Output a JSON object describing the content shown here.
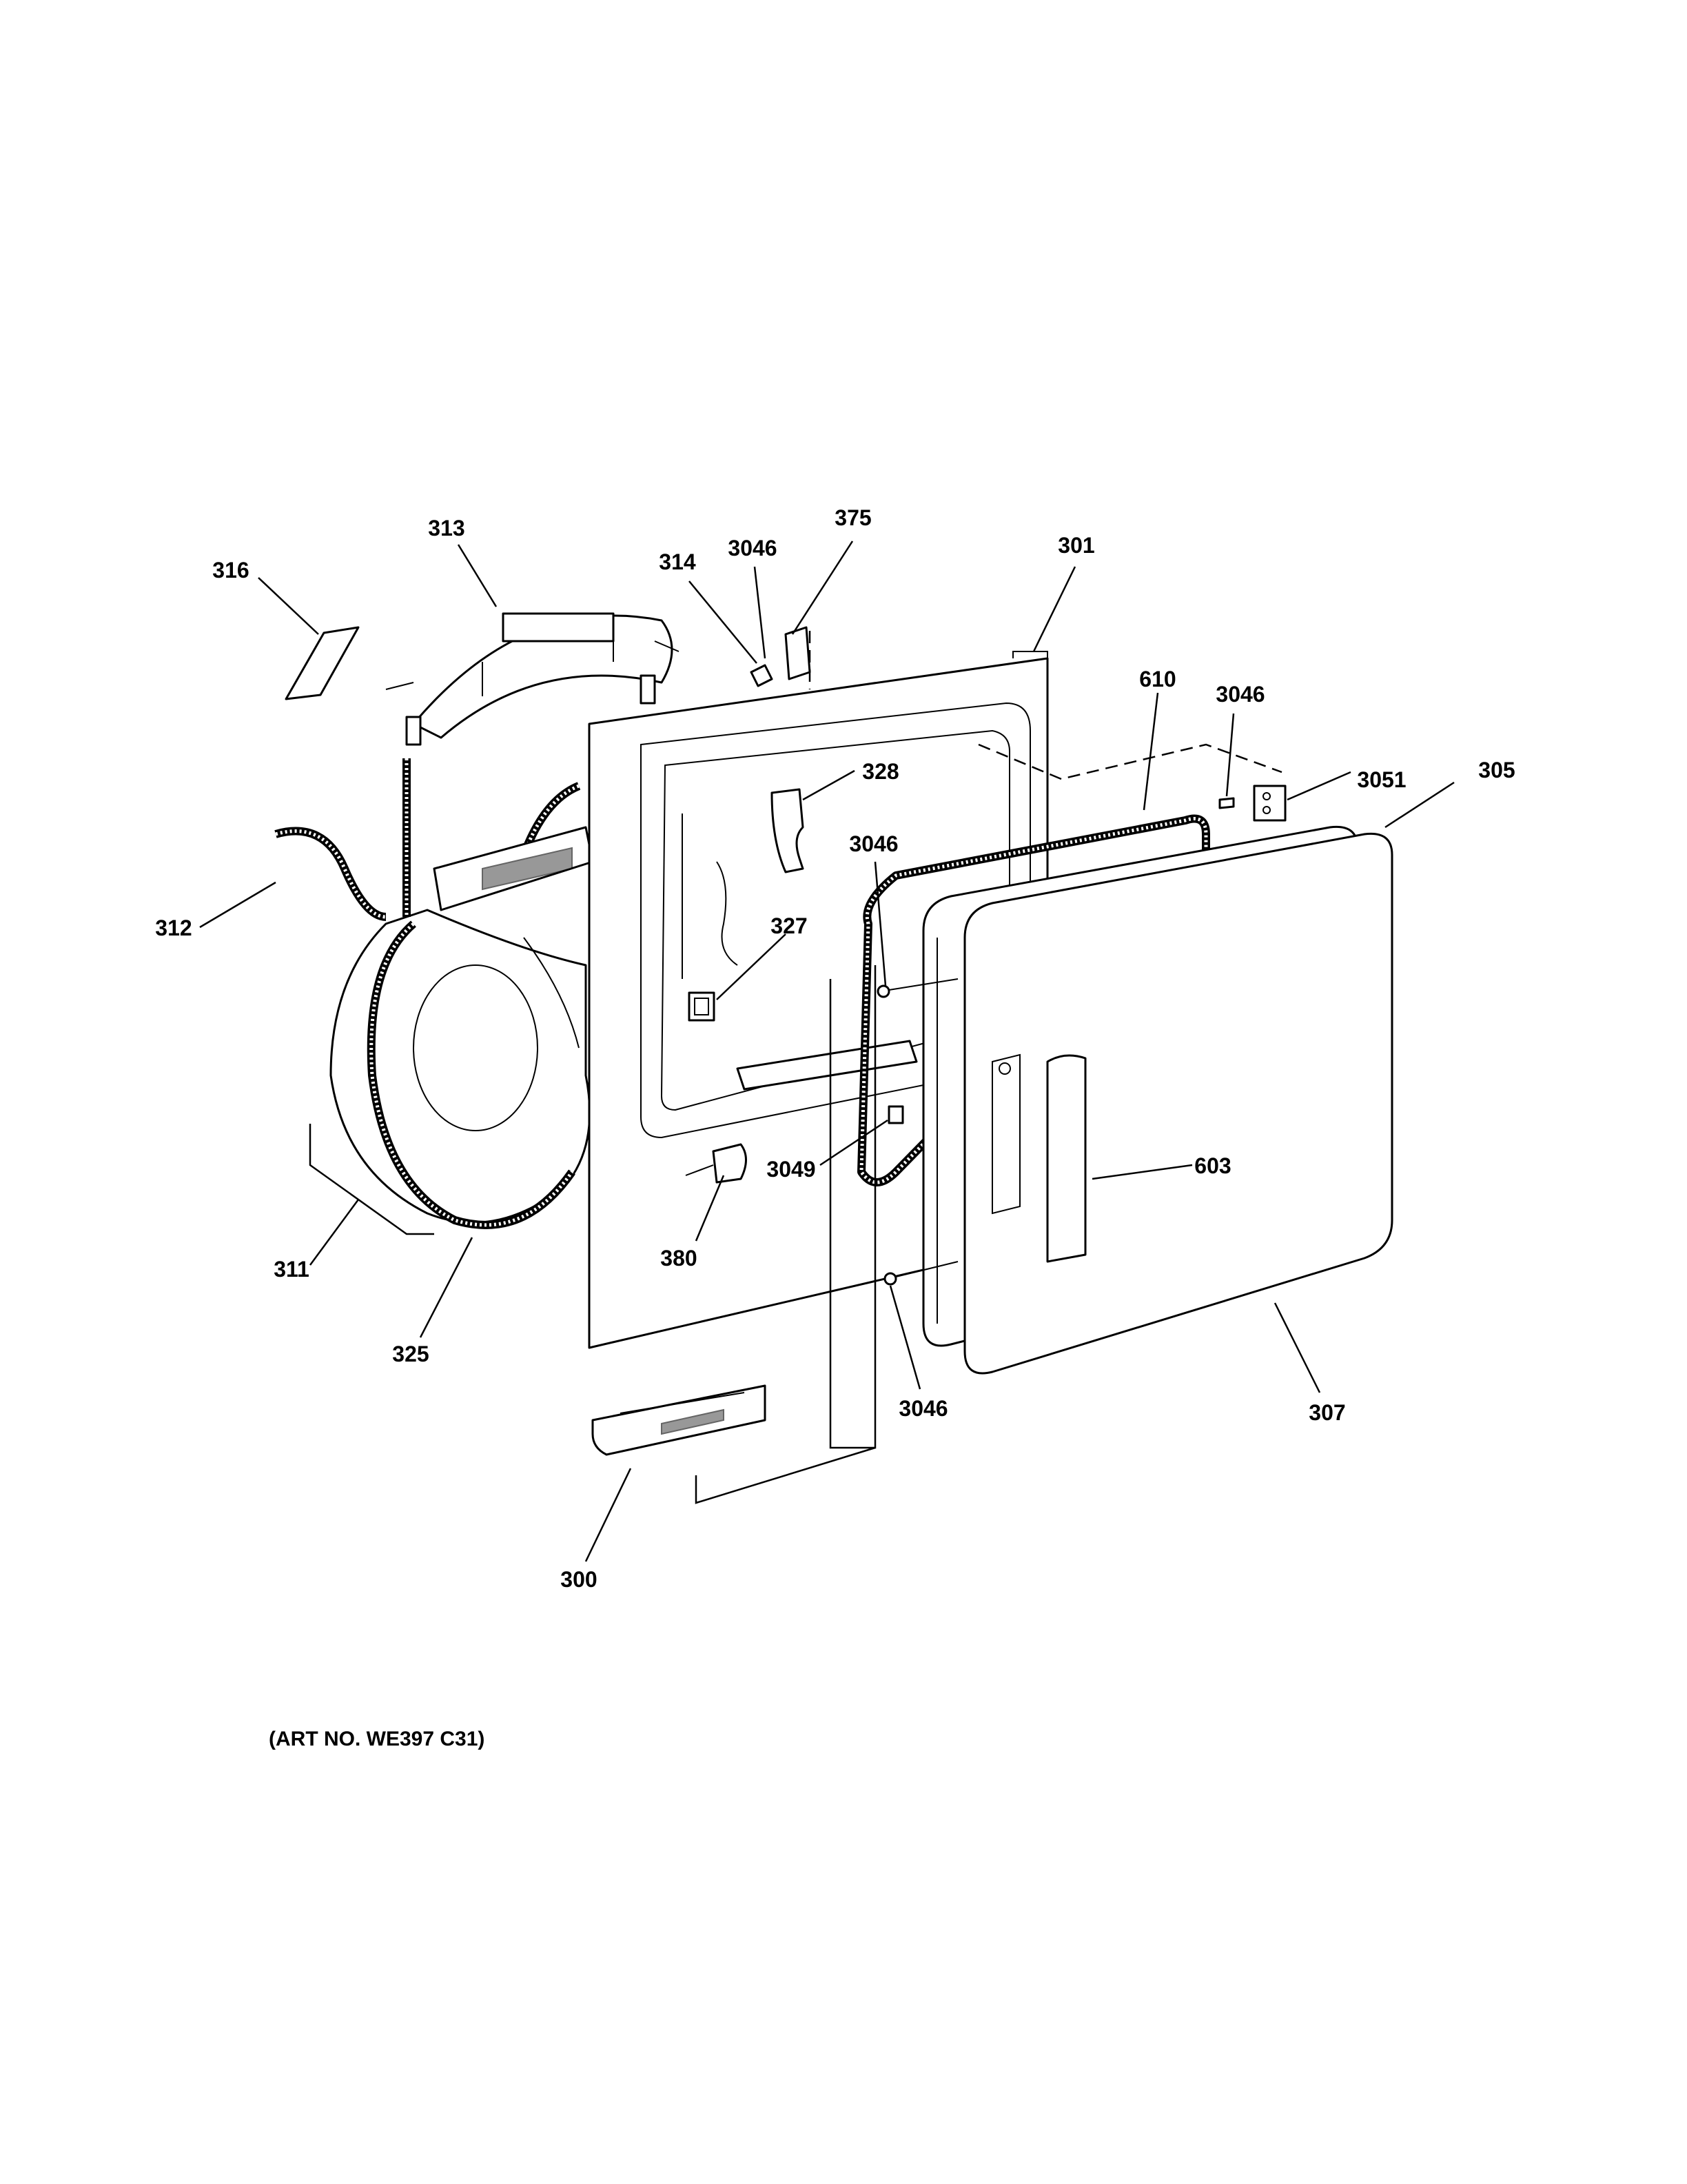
{
  "diagram": {
    "art_number": "(ART NO. WE397 C31)",
    "callouts": {
      "p316": "316",
      "p313": "313",
      "p314": "314",
      "p3046_top": "3046",
      "p375": "375",
      "p301": "301",
      "p610": "610",
      "p3046_right": "3046",
      "p3051": "3051",
      "p305": "305",
      "p328": "328",
      "p3046_mid": "3046",
      "p312": "312",
      "p327": "327",
      "p3049": "3049",
      "p603": "603",
      "p380": "380",
      "p311": "311",
      "p325": "325",
      "p3046_bottom": "3046",
      "p307": "307",
      "p300": "300"
    }
  }
}
